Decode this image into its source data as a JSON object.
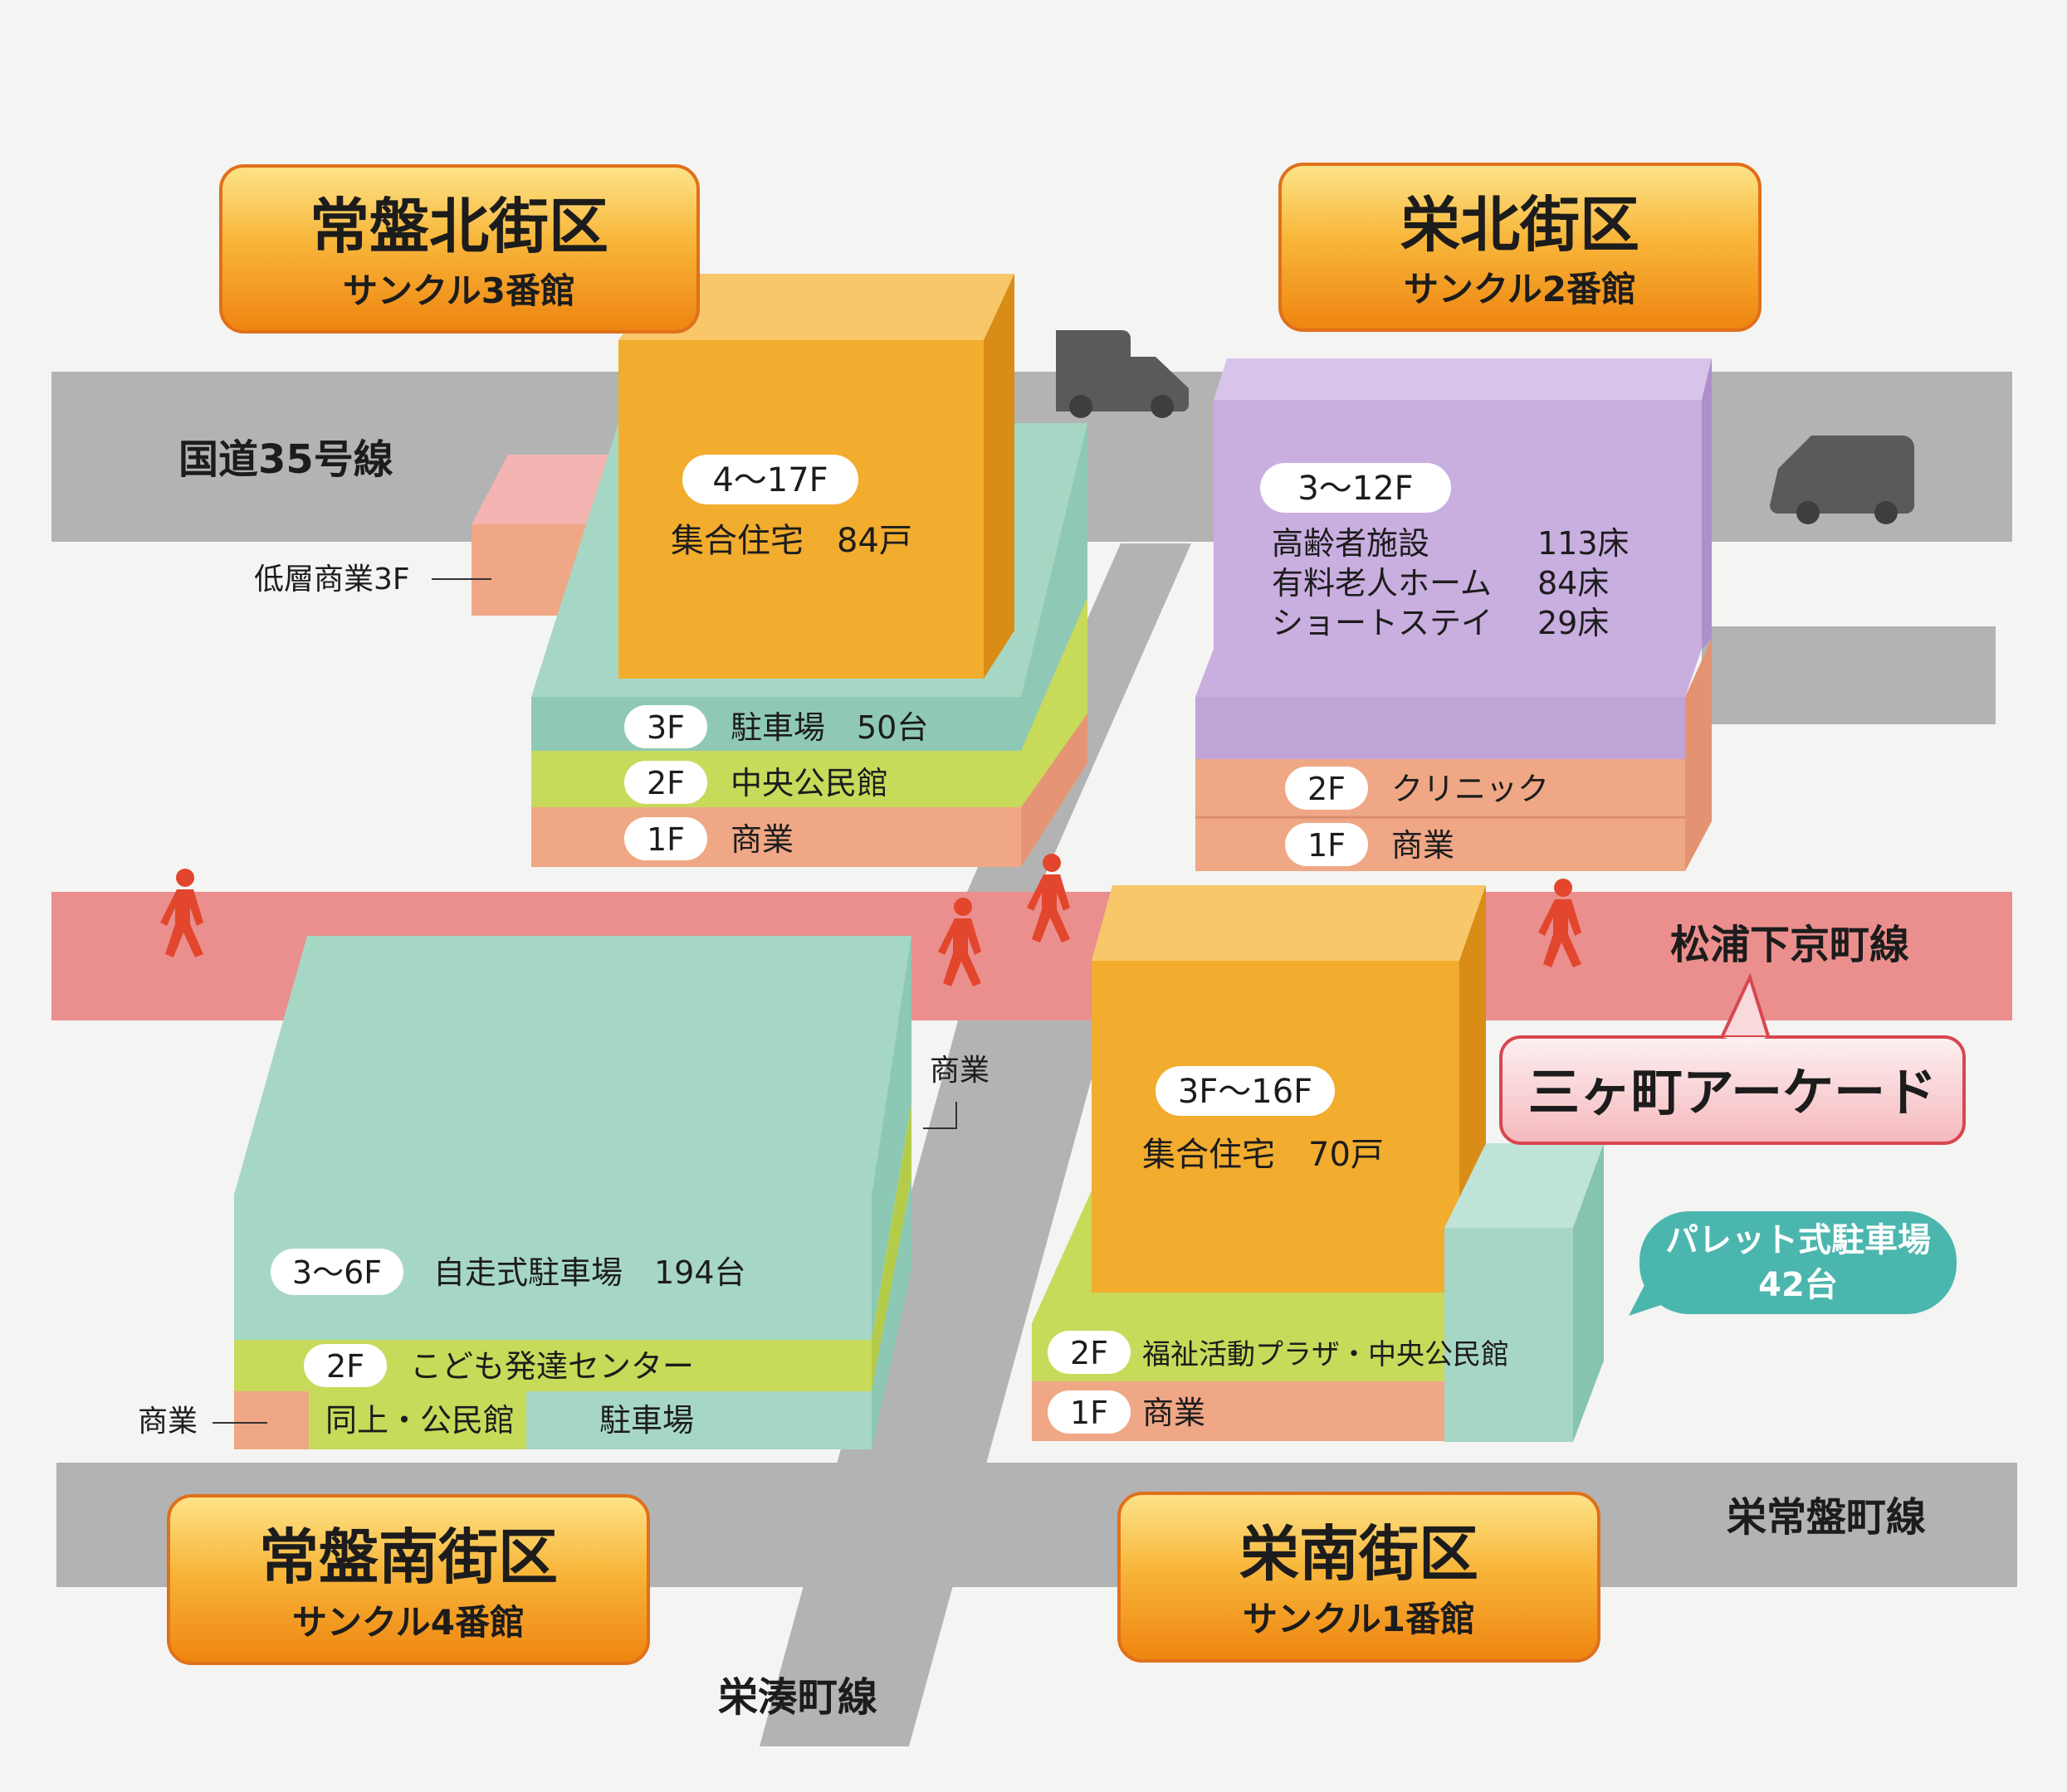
{
  "roads": {
    "national35": "国道35号線",
    "matsuura": "松浦下京町線",
    "sakae_tokiwa": "栄常盤町線",
    "sakae_minato": "栄湊町線"
  },
  "districts": {
    "tokiwa_north": {
      "name": "常盤北街区",
      "building": "サンクル3番館",
      "upper_floors": "4〜17F",
      "upper_use": "集合住宅　84戸",
      "low_rise_label": "低層商業3F",
      "floors": [
        {
          "floor": "3F",
          "use": "駐車場　50台"
        },
        {
          "floor": "2F",
          "use": "中央公民館"
        },
        {
          "floor": "1F",
          "use": "商業"
        }
      ]
    },
    "sakae_north": {
      "name": "栄北街区",
      "building": "サンクル2番館",
      "upper_floors": "3〜12F",
      "facilities": [
        {
          "name": "高齢者施設",
          "beds": "113床"
        },
        {
          "name": "有料老人ホーム",
          "beds": "84床"
        },
        {
          "name": "ショートステイ",
          "beds": "29床"
        }
      ],
      "floors": [
        {
          "floor": "2F",
          "use": "クリニック"
        },
        {
          "floor": "1F",
          "use": "商業"
        }
      ]
    },
    "tokiwa_south": {
      "name": "常盤南街区",
      "building": "サンクル4番館",
      "upper_floors": "3〜6F",
      "upper_use": "自走式駐車場　194台",
      "floor2": {
        "floor": "2F",
        "use": "こども発達センター"
      },
      "floor1_left": "同上・公民館",
      "floor1_right": "駐車場",
      "side_label_left": "商業",
      "side_label_right": "商業"
    },
    "sakae_south": {
      "name": "栄南街区",
      "building": "サンクル1番館",
      "upper_floors": "3F〜16F",
      "upper_use": "集合住宅　70戸",
      "floors": [
        {
          "floor": "2F",
          "use": "福祉活動プラザ・中央公民館"
        },
        {
          "floor": "1F",
          "use": "商業"
        }
      ]
    }
  },
  "arcade": "三ヶ町アーケード",
  "pallet_parking": {
    "line1": "パレット式駐車場",
    "line2": "42台"
  },
  "colors": {
    "road": "#b3b3b3",
    "pedestrian_road": "#ea8f8d",
    "residential_orange": "#f2ac2e",
    "care_purple": "#c9aee0",
    "parking_mint": "#a6d7c4",
    "civic_green": "#c8da5a",
    "commercial_salmon": "#efa785",
    "label_gradient_top": "#fddc7a",
    "label_gradient_bottom": "#ef8a14",
    "pallet_teal": "#4bb6ae"
  }
}
